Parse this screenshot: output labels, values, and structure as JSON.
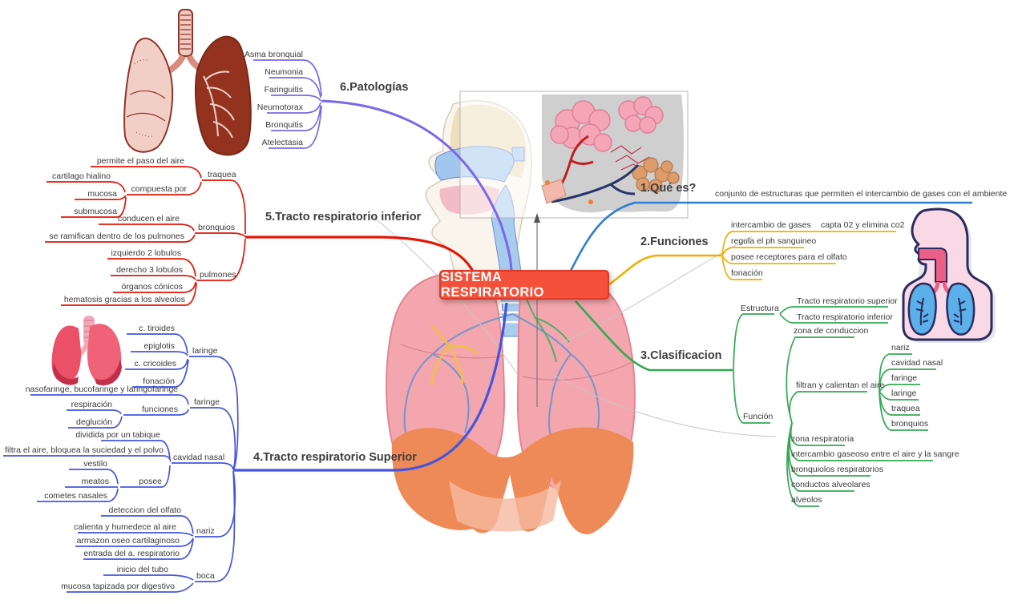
{
  "colors": {
    "center_bg": "#f4503a",
    "que_es_line": "#2e7ed4",
    "funciones_line": "#eeb000",
    "clasificacion_line": "#35a854",
    "superior_line": "#4355e0",
    "inferior_line": "#e41607",
    "patologias_line": "#7a68e8"
  },
  "center": {
    "label": "SISTEMA RESPIRATORIO"
  },
  "que_es": {
    "label": "1.Qué es?",
    "definition": "conjunto de estructuras que permiten el intercambio de gases con el ambiente"
  },
  "funciones": {
    "label": "2.Funciones",
    "items": [
      "intercambio de gases",
      "regula el ph sanguineo",
      "posee receptores para el olfato",
      "fonación"
    ],
    "intercambio_detail": "capta 02 y elimina co2"
  },
  "clasificacion": {
    "label": "3.Clasificacion",
    "estructura": {
      "label": "Estructura",
      "items": [
        "Tracto respiratorio superior",
        "Tracto respiratorio inferior"
      ]
    },
    "funcion": {
      "label": "Función",
      "zona_conduccion": "zona de conduccion",
      "filtran": "filtran y calientan el aire",
      "filtran_items": [
        "nariz",
        "cavidad nasal",
        "faringe",
        "laringe",
        "traquea",
        "bronquios"
      ],
      "items": [
        "zona respiratoria",
        "intercambio gaseoso entre el aire y la sangre",
        "bronquiolos respiratorios",
        "conductos alveolares",
        "alveolos"
      ]
    }
  },
  "superior": {
    "label": "4.Tracto respiratorio Superior",
    "laringe": {
      "label": "laringe",
      "items": [
        "c. tiroides",
        "epiglotis",
        "c. cricoides",
        "fonación"
      ]
    },
    "faringe": {
      "label": "faringe",
      "composicion": "nasofaringe, bucofaringe y laringofaringe",
      "funciones": {
        "label": "funciones",
        "items": [
          "respiración",
          "deglución"
        ]
      }
    },
    "cavidad_nasal": {
      "label": "cavidad nasal",
      "items": [
        "dividida por un tabique",
        "filtra el aire, bloquea la suciedad y el polvo"
      ],
      "posee": {
        "label": "posee",
        "items": [
          "vestilo",
          "meatos",
          "cometes nasales"
        ]
      }
    },
    "nariz": {
      "label": "nariz",
      "items": [
        "deteccion del olfato",
        "calienta y humedece al aire",
        "armazon oseo cartilaginoso",
        "entrada del a. respiratorio"
      ]
    },
    "boca": {
      "label": "boca",
      "items": [
        "inicio del tubo",
        "mucosa tapizada por digestivo"
      ]
    }
  },
  "inferior": {
    "label": "5.Tracto respiratorio inferior",
    "traquea": {
      "label": "traquea",
      "permite": "permite el paso del aire",
      "compuesta": {
        "label": "compuesta por",
        "items": [
          "cartilago hialino",
          "mucosa",
          "submucosa"
        ]
      }
    },
    "bronquios": {
      "label": "bronquios",
      "items": [
        "conducen el aire",
        "se ramifican dentro de los pulmones"
      ]
    },
    "pulmones": {
      "label": "pulmones",
      "items": [
        "izquierdo 2 lobulos",
        "derecho 3 lobulos",
        "órganos cónicos",
        "hematosis gracias a los alveolos"
      ]
    }
  },
  "patologias": {
    "label": "6.Patologías",
    "items": [
      "Asma bronquial",
      "Neumonia",
      "Faringuitis",
      "Neumotorax",
      "Bronquitis",
      "Atelectasia"
    ]
  }
}
